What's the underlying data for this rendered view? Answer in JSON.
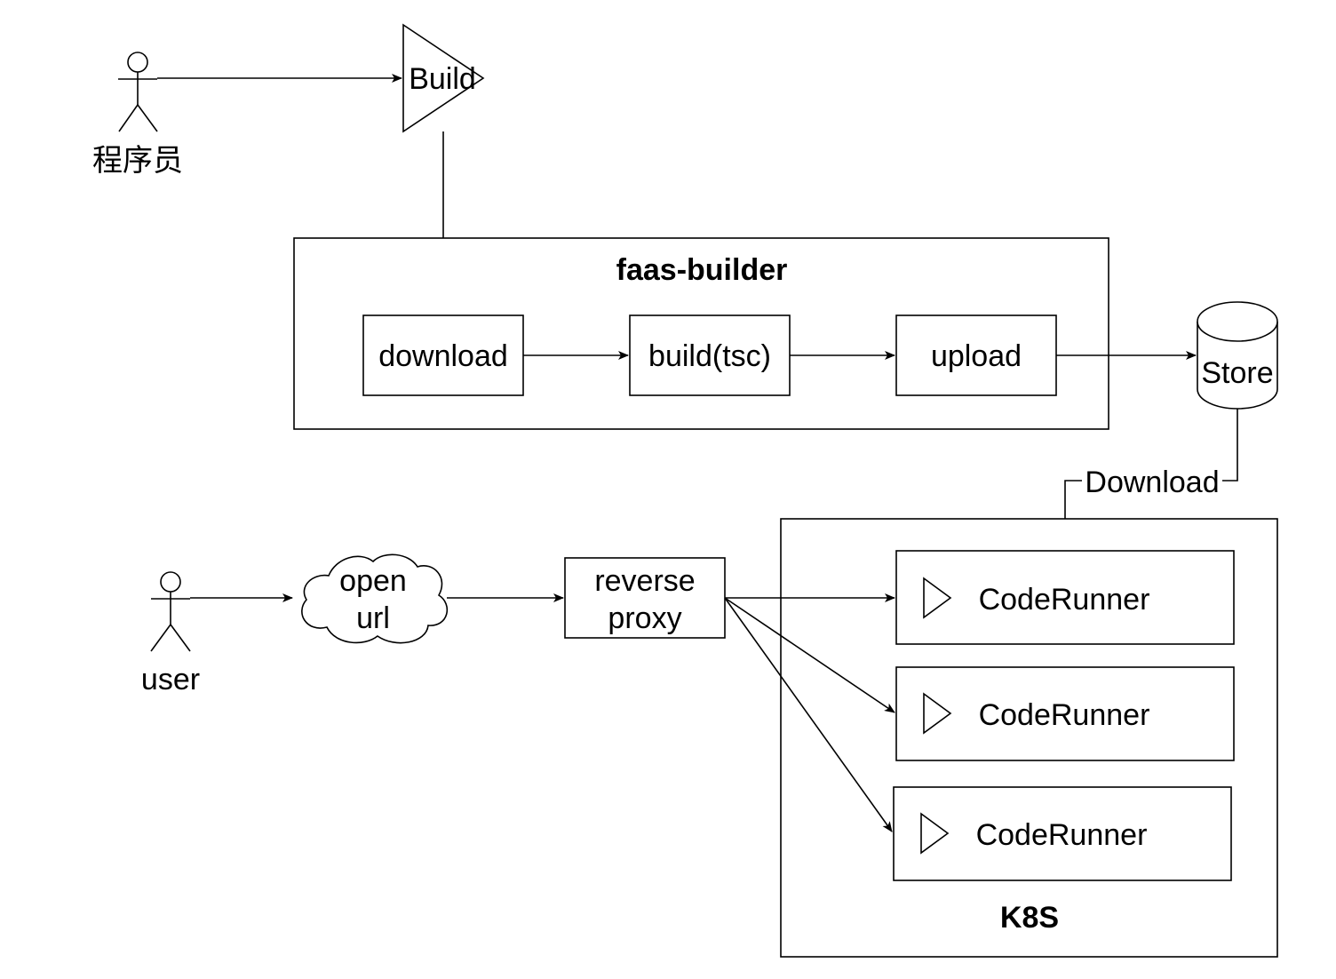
{
  "actors": {
    "developer": "程序员",
    "user": "user"
  },
  "build": {
    "label": "Build"
  },
  "builder": {
    "title": "faas-builder",
    "steps": [
      "download",
      "build(tsc)",
      "upload"
    ]
  },
  "store": {
    "label": "Store",
    "download_label": "Download"
  },
  "cloud": {
    "line1": "open",
    "line2": "url"
  },
  "proxy": {
    "line1": "reverse",
    "line2": "proxy"
  },
  "k8s": {
    "title": "K8S",
    "runners": [
      "CodeRunner",
      "CodeRunner",
      "CodeRunner"
    ]
  }
}
